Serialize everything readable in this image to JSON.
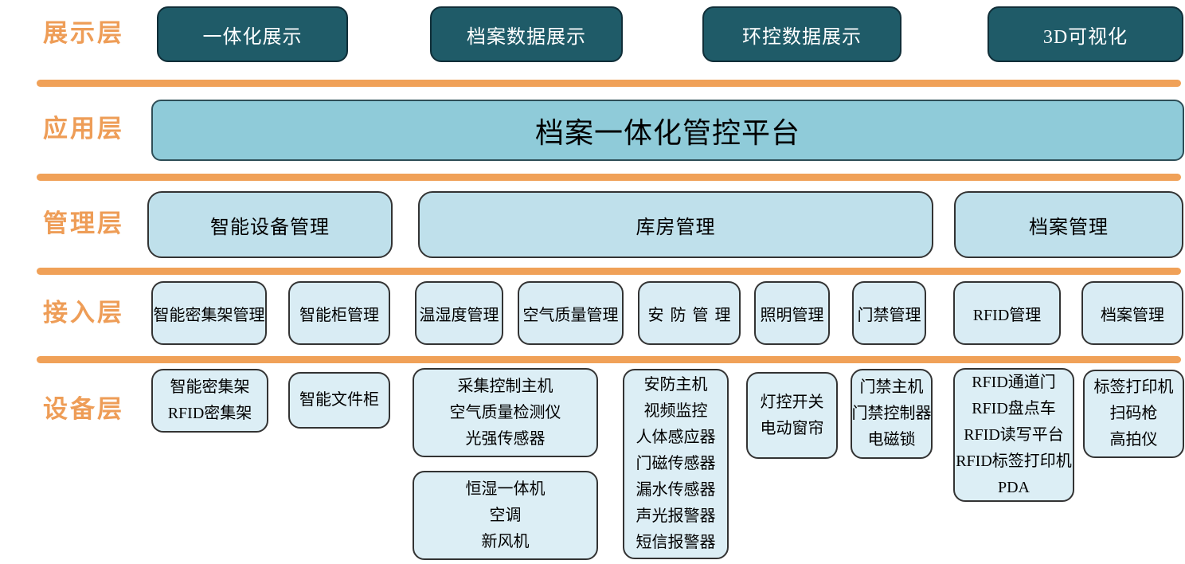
{
  "colors": {
    "layer_label_text": "#EE9D57",
    "divider_line": "#F0A158",
    "display_box_fill": "#1F5B68",
    "display_box_text": "#FFFFFF",
    "application_box_fill": "#8FCBD9",
    "management_box_fill": "#BFE0EB",
    "access_box_fill": "#D9ECF4",
    "device_box_fill": "#DCEEF5",
    "box_border": "#333333"
  },
  "layers": {
    "display": {
      "label": "展示层",
      "boxes": [
        {
          "text": "一体化展示"
        },
        {
          "text": "档案数据展示"
        },
        {
          "text": "环控数据展示"
        },
        {
          "text": "3D可视化"
        }
      ]
    },
    "application": {
      "label": "应用层",
      "boxes": [
        {
          "text": "档案一体化管控平台"
        }
      ]
    },
    "management": {
      "label": "管理层",
      "boxes": [
        {
          "text": "智能设备管理"
        },
        {
          "text": "库房管理"
        },
        {
          "text": "档案管理"
        }
      ]
    },
    "access": {
      "label": "接入层",
      "boxes": [
        {
          "text": "智能密集架管理"
        },
        {
          "text": "智能柜管理"
        },
        {
          "text": "温湿度管理"
        },
        {
          "text": "空气质量管理"
        },
        {
          "text": "安防管理"
        },
        {
          "text": "照明管理"
        },
        {
          "text": "门禁管理"
        },
        {
          "text": "RFID管理"
        },
        {
          "text": "档案管理"
        }
      ]
    },
    "device": {
      "label": "设备层",
      "boxes": [
        {
          "lines": [
            "智能密集架",
            "RFID密集架"
          ]
        },
        {
          "lines": [
            "智能文件柜"
          ]
        },
        {
          "lines": [
            "采集控制主机",
            "空气质量检测仪",
            "光强传感器"
          ]
        },
        {
          "lines": [
            "恒湿一体机",
            "空调",
            "新风机"
          ]
        },
        {
          "lines": [
            "安防主机",
            "视频监控",
            "人体感应器",
            "门磁传感器",
            "漏水传感器",
            "声光报警器",
            "短信报警器"
          ]
        },
        {
          "lines": [
            "灯控开关",
            "电动窗帘"
          ]
        },
        {
          "lines": [
            "门禁主机",
            "门禁控制器",
            "电磁锁"
          ]
        },
        {
          "lines": [
            "RFID通道门",
            "RFID盘点车",
            "RFID读写平台",
            "RFID标签打印机",
            "PDA"
          ]
        },
        {
          "lines": [
            "标签打印机",
            "扫码枪",
            "高拍仪"
          ]
        }
      ]
    }
  }
}
